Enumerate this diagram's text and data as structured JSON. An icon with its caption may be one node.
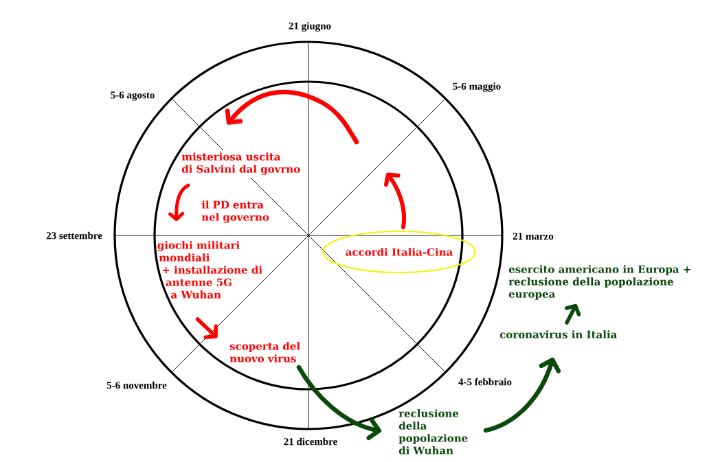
{
  "diagram": {
    "nodes": [
      {
        "text": [
          "misteriosa uscita di Salvini dal govrno"
        ]
      },
      {
        "text": [
          "il PD entra nel governo"
        ]
      },
      {
        "text": [
          "accordi Italia-Cina"
        ]
      },
      {
        "text": [
          "giochi militari mondiali + installazione di antenne 5G a Wuhan"
        ]
      },
      {
        "text": [
          "esercito americano in Europa + reclusione della popolazione europea"
        ]
      },
      {
        "text": [
          "coronavirus in Italia"
        ]
      },
      {
        "text": [
          "scoperta del nuovo virus"
        ]
      },
      {
        "text": [
          "reclusione della popolazione di Wuhan"
        ]
      }
    ],
    "edges": [
      {
        "from": 2,
        "to": null,
        "arrow": "to"
      },
      {
        "from": null,
        "to": 0,
        "arrow": "to"
      },
      {
        "from": 0,
        "to": 1,
        "arrow": "to"
      },
      {
        "from": 3,
        "to": 6,
        "arrow": "to"
      },
      {
        "from": 6,
        "to": 7,
        "arrow": "to",
        "color": "#0a4a0a"
      },
      {
        "from": 7,
        "to": 5,
        "arrow": "to",
        "color": "#0a4a0a"
      },
      {
        "from": 5,
        "to": 4,
        "arrow": "to",
        "color": "#0a4a0a"
      }
    ],
    "labels": [
      "21 giugno",
      "5-6 maggio",
      "5-6 agosto",
      "23 settembre",
      "21 marzo",
      "4-5 febbraio",
      "5-6 novembre",
      "21 dicembre"
    ]
  }
}
